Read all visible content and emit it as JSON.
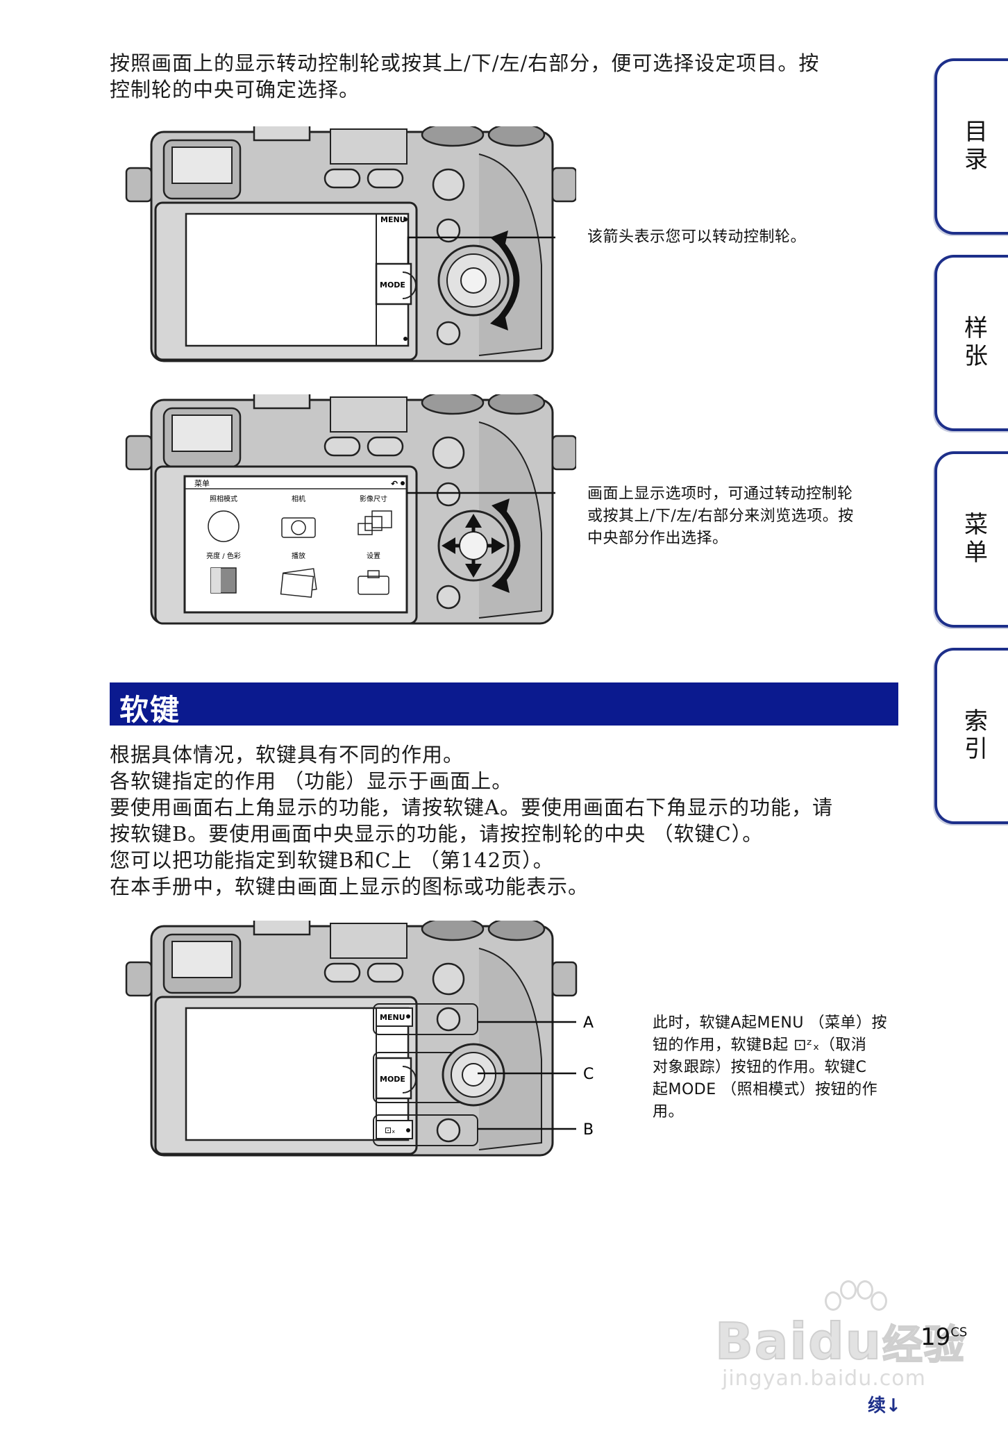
{
  "intro": {
    "line1": "按照画面上的显示转动控制轮或按其上/下/左/右部分，便可选择设定项目。按",
    "line2": "控制轮的中央可确定选择。"
  },
  "figure1": {
    "screen_menu": "MENU",
    "screen_mode": "MODE",
    "callout": "该箭头表示您可以转动控制轮。"
  },
  "figure2": {
    "menu_title": "菜单",
    "items": [
      "照相模式",
      "相机",
      "影像尺寸",
      "亮度 / 色彩",
      "播放",
      "设置"
    ],
    "callout_line1": "画面上显示选项时，可通过转动控制轮",
    "callout_line2": "或按其上/下/左/右部分来浏览选项。按",
    "callout_line3": "中央部分作出选择。"
  },
  "section": {
    "title": "软键",
    "lines": [
      "根据具体情况，软键具有不同的作用。",
      "各软键指定的作用 （功能）显示于画面上。",
      "要使用画面右上角显示的功能，请按软键A。要使用画面右下角显示的功能，请",
      "按软键B。要使用画面中央显示的功能，请按控制轮的中央 （软键C）。",
      "您可以把功能指定到软键B和C上 （第142页）。",
      "在本手册中，软键由画面上显示的图标或功能表示。"
    ]
  },
  "figure3": {
    "screen_menu": "MENU",
    "screen_mode": "MODE",
    "label_a": "A",
    "label_c": "C",
    "label_b": "B",
    "callout_line1": "此时，软键A起MENU （菜单）按",
    "callout_line2": "钮的作用，软键B起",
    "callout_line2b": "（取消",
    "callout_line3": "对象跟踪）按钮的作用。软键C",
    "callout_line4": "起MODE （照相模式）按钮的作",
    "callout_line5": "用。"
  },
  "tabs": [
    "目录",
    "样张",
    "菜单",
    "索引"
  ],
  "footer": {
    "page": "19",
    "page_suffix": "CS",
    "continued": "续",
    "watermark_main": "Bai",
    "watermark_du": "du",
    "watermark_jy": "经验",
    "watermark_url": "jingyan.baidu.com"
  }
}
